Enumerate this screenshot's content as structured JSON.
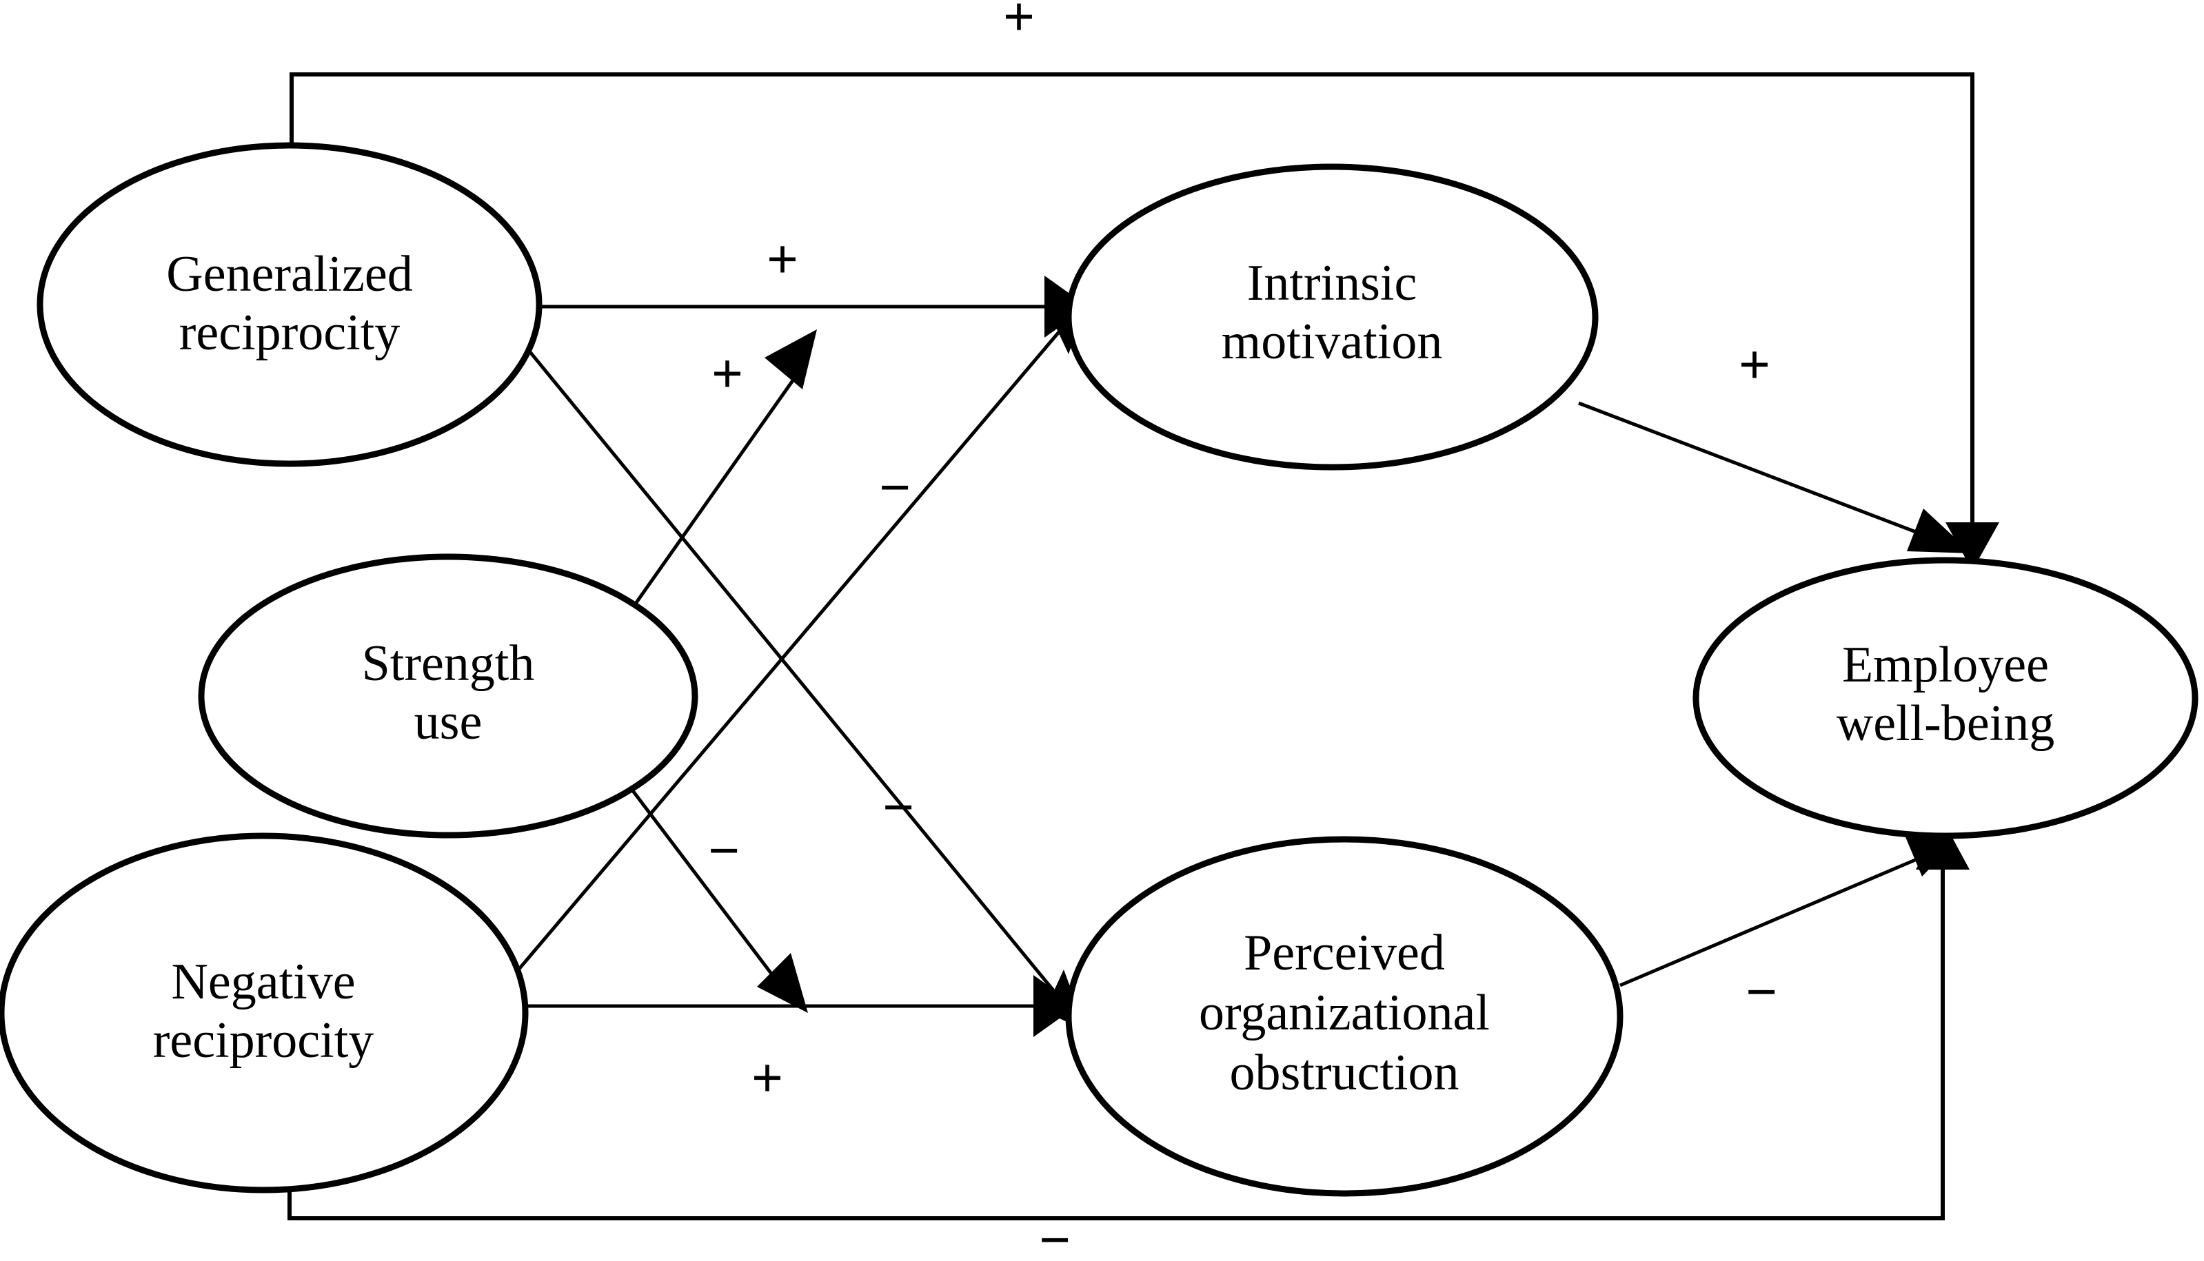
{
  "diagram": {
    "type": "conceptual-path-model",
    "background_color": "#ffffff",
    "line_color": "#000000",
    "nodes": [
      {
        "id": "generalized-reciprocity",
        "line1": "Generalized",
        "line2": "reciprocity",
        "line3": ""
      },
      {
        "id": "strength-use",
        "line1": "Strength",
        "line2": "use",
        "line3": ""
      },
      {
        "id": "negative-reciprocity",
        "line1": "Negative",
        "line2": "reciprocity",
        "line3": ""
      },
      {
        "id": "intrinsic-motivation",
        "line1": "Intrinsic",
        "line2": "motivation",
        "line3": ""
      },
      {
        "id": "perceived-organizational-obstruction",
        "line1": "Perceived",
        "line2": "organizational",
        "line3": "obstruction"
      },
      {
        "id": "employee-well-being",
        "line1": "Employee",
        "line2": "well-being",
        "line3": ""
      }
    ],
    "edges": [
      {
        "id": "gr-to-im",
        "from": "generalized-reciprocity",
        "to": "intrinsic-motivation",
        "sign": "+"
      },
      {
        "id": "gr-to-poo",
        "from": "generalized-reciprocity",
        "to": "perceived-organizational-obstruction",
        "sign": "−"
      },
      {
        "id": "su-to-im",
        "from": "strength-use",
        "to": "intrinsic-motivation",
        "sign": "+"
      },
      {
        "id": "su-to-poo",
        "from": "strength-use",
        "to": "perceived-organizational-obstruction",
        "sign": "−"
      },
      {
        "id": "nr-to-im",
        "from": "negative-reciprocity",
        "to": "intrinsic-motivation",
        "sign": "−"
      },
      {
        "id": "nr-to-poo",
        "from": "negative-reciprocity",
        "to": "perceived-organizational-obstruction",
        "sign": "+"
      },
      {
        "id": "im-to-ewb",
        "from": "intrinsic-motivation",
        "to": "employee-well-being",
        "sign": "+"
      },
      {
        "id": "poo-to-ewb",
        "from": "perceived-organizational-obstruction",
        "to": "employee-well-being",
        "sign": "−"
      },
      {
        "id": "gr-to-ewb-direct",
        "from": "generalized-reciprocity",
        "to": "employee-well-being",
        "sign": "+"
      },
      {
        "id": "nr-to-ewb-direct",
        "from": "negative-reciprocity",
        "to": "employee-well-being",
        "sign": "−"
      }
    ],
    "sign_labels": {
      "top_direct": "+",
      "gr_im": "+",
      "su_im": "+",
      "gr_poo": "−",
      "nr_im": "−",
      "su_poo": "−",
      "nr_poo": "+",
      "im_ewb": "+",
      "poo_ewb": "−",
      "bottom_direct": "−"
    }
  }
}
